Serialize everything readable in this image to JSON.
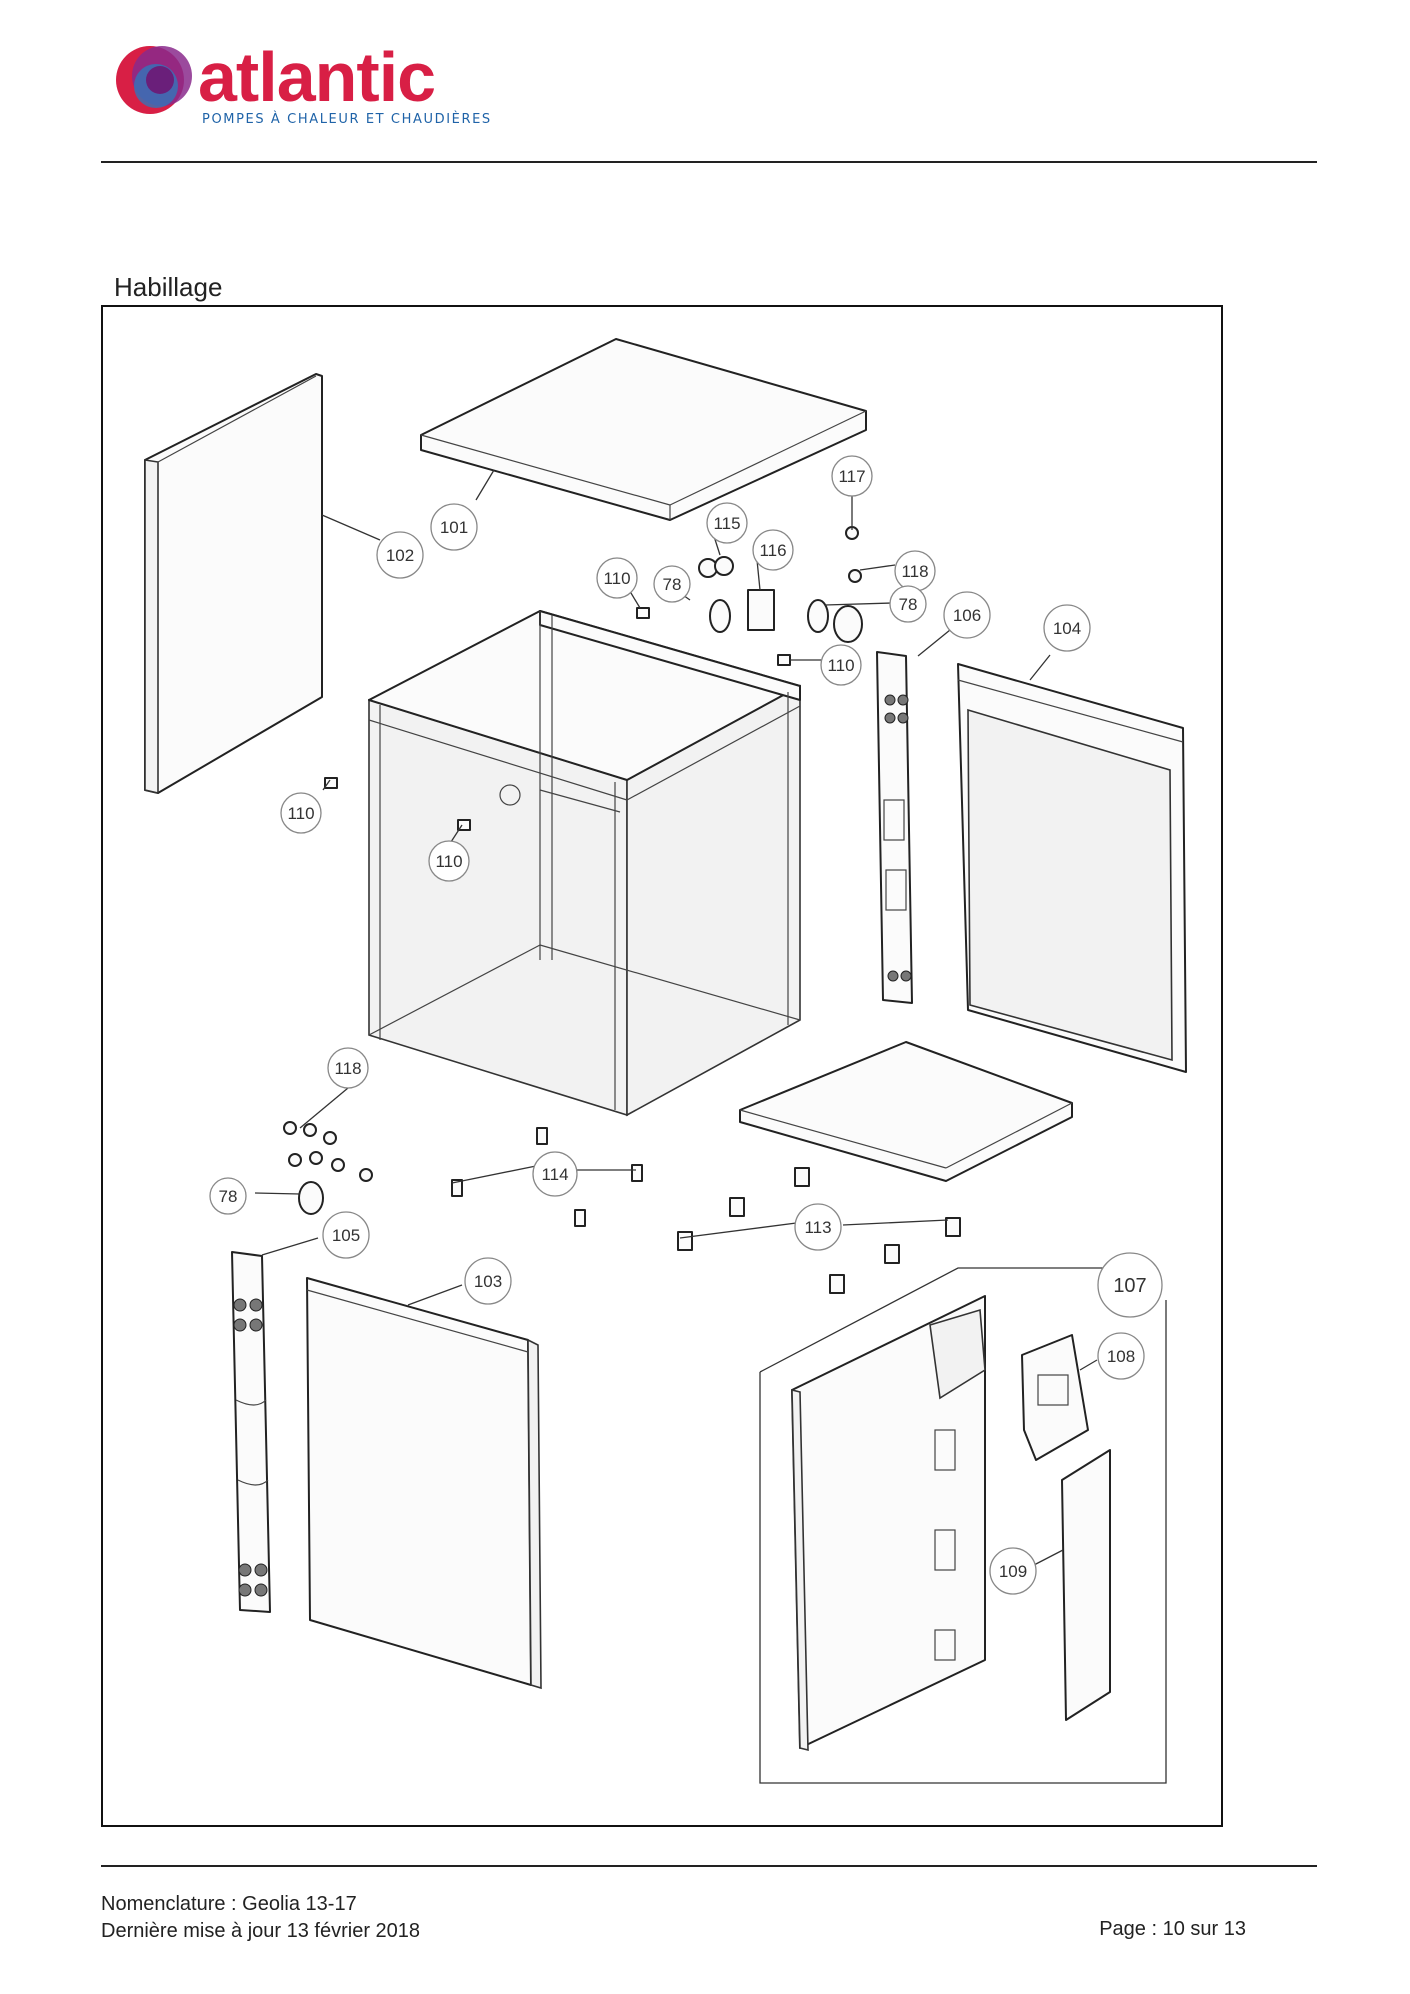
{
  "header": {
    "brand": "atlantic",
    "tagline": "POMPES À CHALEUR ET CHAUDIÈRES",
    "brand_color": "#d81f45",
    "tagline_color": "#1f63a8"
  },
  "section": {
    "title": "Habillage"
  },
  "callouts": {
    "c101": "101",
    "c102": "102",
    "c103": "103",
    "c104": "104",
    "c105": "105",
    "c106": "106",
    "c107": "107",
    "c108": "108",
    "c109": "109",
    "c110a": "110",
    "c110b": "110",
    "c110c": "110",
    "c110d": "110",
    "c113": "113",
    "c114": "114",
    "c115": "115",
    "c116": "116",
    "c117": "117",
    "c118a": "118",
    "c118b": "118",
    "c78a": "78",
    "c78b": "78",
    "c78c": "78"
  },
  "footer": {
    "line1": "Nomenclature : Geolia 13-17",
    "line2": "Dernière mise à jour 13 février 2018",
    "page": "Page : 10 sur 13"
  }
}
